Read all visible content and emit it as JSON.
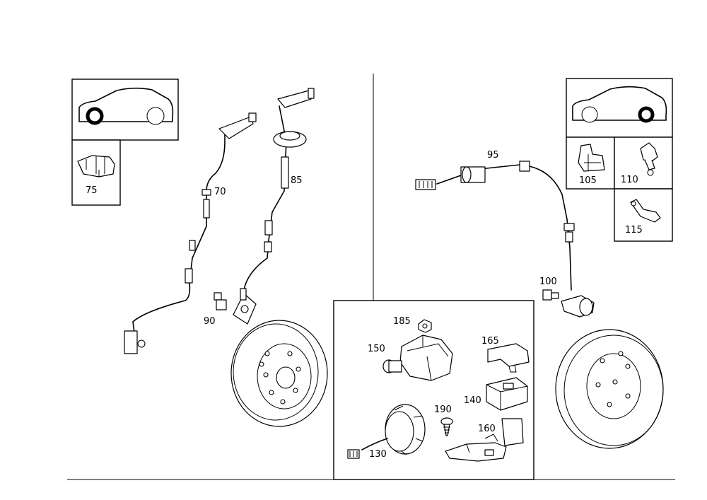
{
  "parts": {
    "p70": "70",
    "p75": "75",
    "p85": "85",
    "p90": "90",
    "p95": "95",
    "p100": "100",
    "p105": "105",
    "p110": "110",
    "p115": "115",
    "p130": "130",
    "p140": "140",
    "p150": "150",
    "p160": "160",
    "p165": "165",
    "p185": "185",
    "p190": "190"
  },
  "icons": {
    "front_axle_indicator": "car-front-wheel-icon",
    "rear_axle_indicator": "car-rear-wheel-icon"
  },
  "colors": {
    "line": "#000000",
    "background": "#ffffff"
  }
}
